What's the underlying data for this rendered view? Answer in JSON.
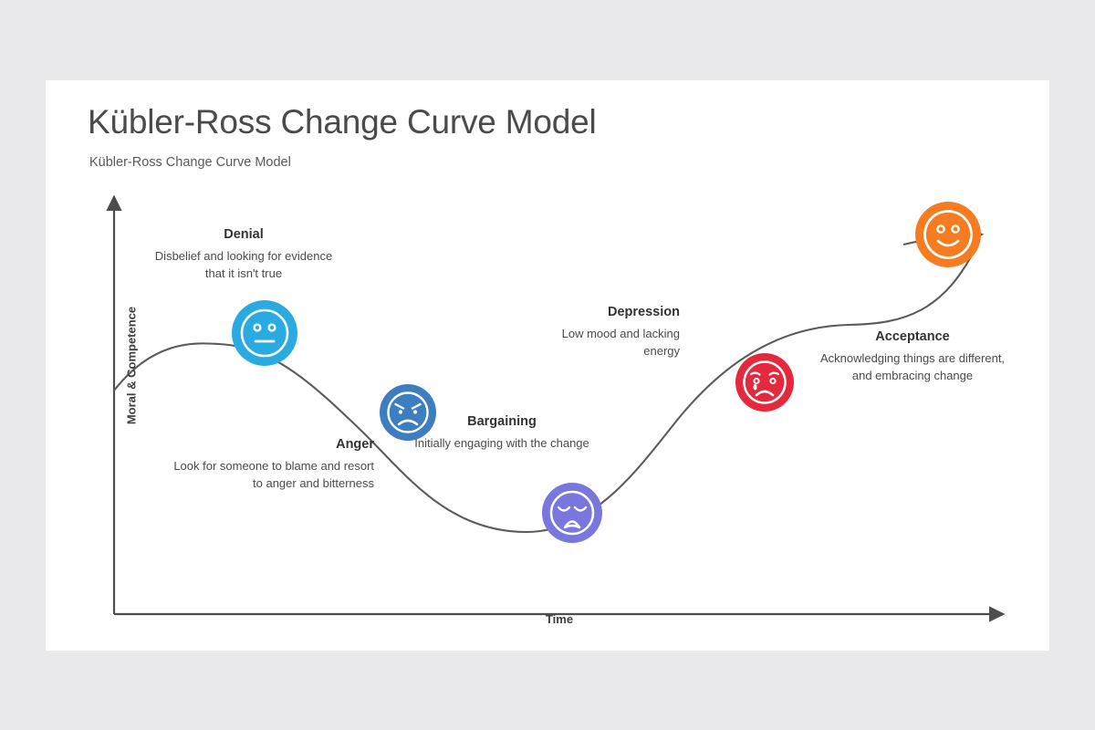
{
  "header": {
    "title": "Kübler-Ross Change Curve Model",
    "subtitle": "Kübler-Ross Change Curve Model"
  },
  "axes": {
    "y_label": "Moral & Competence",
    "x_label": "Time",
    "axis_color": "#4d4d4d",
    "curve_color": "#5b5b5b"
  },
  "chart_data": {
    "type": "line",
    "title": "Kübler-Ross Change Curve Model",
    "xlabel": "Time",
    "ylabel": "Moral & Competence",
    "grid": false,
    "legend": "none",
    "annotations": [
      "Denial",
      "Anger",
      "Bargaining",
      "Depression",
      "Acceptance"
    ],
    "x": [
      0,
      1,
      2,
      3,
      4
    ],
    "y": [
      78,
      55,
      24,
      62,
      92
    ],
    "series": [
      {
        "name": "Morale & Competence over time",
        "values": [
          78,
          55,
          24,
          62,
          92
        ]
      }
    ]
  },
  "stages": [
    {
      "id": "denial",
      "title": "Denial",
      "description": "Disbelief and looking for evidence that it isn't true",
      "color": "#29ABE2",
      "icon": "neutral-face-icon",
      "align": "center"
    },
    {
      "id": "anger",
      "title": "Anger",
      "description": "Look for someone to blame and resort to anger and bitterness",
      "color": "#3C7EC0",
      "icon": "angry-face-icon",
      "align": "right"
    },
    {
      "id": "bargaining",
      "title": "Bargaining",
      "description": "Initially engaging with the change",
      "color": "#7977DE",
      "icon": "weary-face-icon",
      "align": "center"
    },
    {
      "id": "depression",
      "title": "Depression",
      "description": "Low mood and lacking energy",
      "color": "#E5293C",
      "icon": "crying-face-icon",
      "align": "right"
    },
    {
      "id": "acceptance",
      "title": "Acceptance",
      "description": "Acknowledging things are different, and embracing change",
      "color": "#F57C20",
      "icon": "smiling-face-icon",
      "align": "center"
    }
  ]
}
